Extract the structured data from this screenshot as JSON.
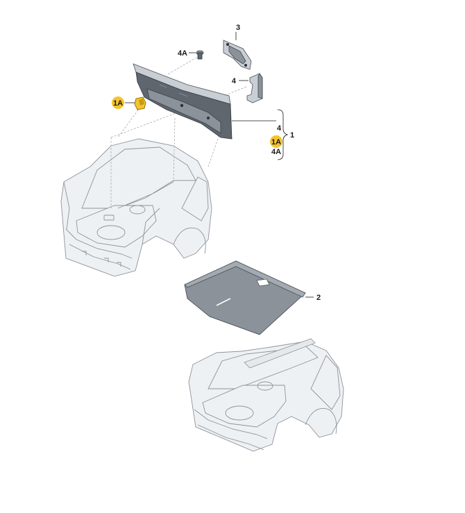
{
  "callouts": {
    "part_3": "3",
    "part_4a_bolt": "4A",
    "part_4_bracket": "4",
    "part_1a_clip": "1A",
    "group_4": "4",
    "group_1a": "1A",
    "group_4a": "4A",
    "group_total": "1",
    "part_2": "2"
  },
  "colors": {
    "highlight_badge": "#f4c430",
    "part_dark": "#5f666e",
    "body_outline": "#8c939b"
  },
  "icons": {
    "bracket_group": "curly-brace-icon"
  }
}
